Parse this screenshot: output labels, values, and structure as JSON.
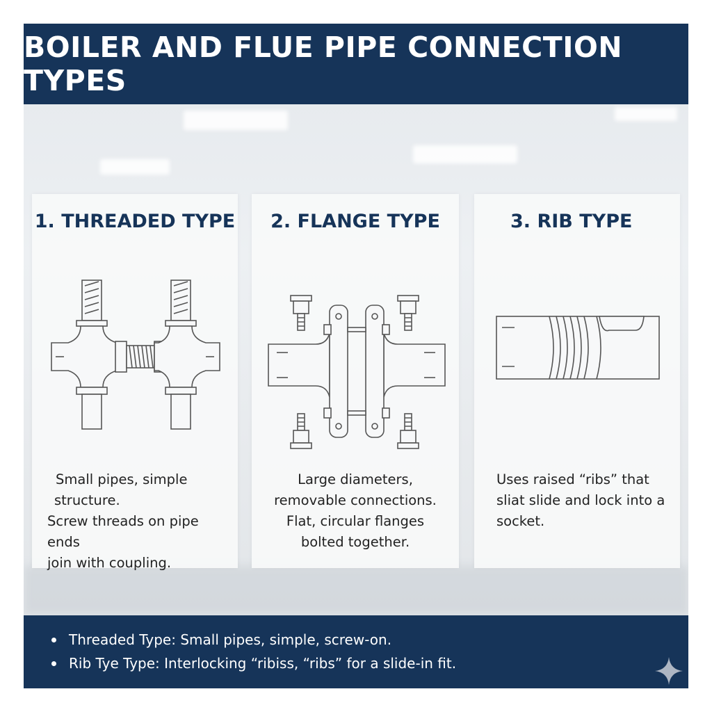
{
  "title": "BOILER AND FLUE PIPE CONNECTION TYPES",
  "cards": [
    {
      "title": "1. THREADED TYPE",
      "lines": [
        "Small pipes, simple",
        "structure.",
        "Screw threads on pipe ends",
        "join with coupling."
      ]
    },
    {
      "title": "2. FLANGE TYPE",
      "lines": [
        "Large diameters,",
        "removable connections.",
        "Flat, circular flanges",
        "bolted together."
      ]
    },
    {
      "title": "3. RIB TYPE",
      "lines": [
        "Uses raised “ribs” that",
        "sliat slide and lock into a",
        "socket."
      ]
    }
  ],
  "bullets": [
    "Threaded Type: Small pipes, simple, screw-on.",
    "Rib Tye Type: Interlocking “ribiss,  “ribs” for a slide-in fit."
  ],
  "colors": {
    "navy": "#163459",
    "line": "#555555"
  },
  "icons": [
    "sparkle-icon"
  ]
}
